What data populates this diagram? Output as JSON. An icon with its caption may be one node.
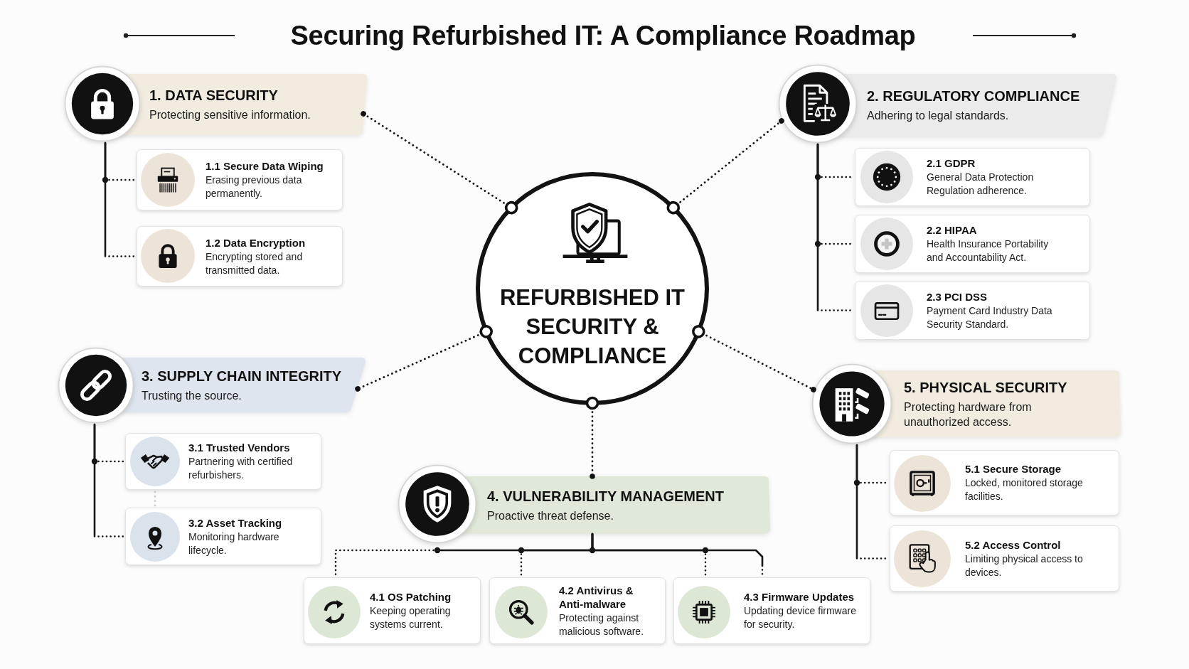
{
  "diagram": {
    "title": "Securing Refurbished IT: A Compliance Roadmap",
    "nodes": [
      {
        "text": [
          "REFURBISHED IT SECURITY & COMPLIANCE"
        ]
      },
      {
        "text": [
          "1. DATA SECURITY",
          "Protecting sensitive information."
        ]
      },
      {
        "text": [
          "1.1 Secure Data Wiping",
          "Erasing previous data permanently."
        ]
      },
      {
        "text": [
          "1.2 Data Encryption",
          "Encrypting stored and transmitted data."
        ]
      },
      {
        "text": [
          "2. REGULATORY COMPLIANCE",
          "Adhering to legal standards."
        ]
      },
      {
        "text": [
          "2.1 GDPR",
          "General Data Protection Regulation adherence."
        ]
      },
      {
        "text": [
          "2.2 HIPAA",
          "Health Insurance Portability and Accountability Act."
        ]
      },
      {
        "text": [
          "2.3 PCI DSS",
          "Payment Card Industry Data Security Standard."
        ]
      },
      {
        "text": [
          "3. SUPPLY CHAIN INTEGRITY",
          "Trusting the source."
        ]
      },
      {
        "text": [
          "3.1 Trusted Vendors",
          "Partnering with certified refurbishers."
        ]
      },
      {
        "text": [
          "3.2 Asset Tracking",
          "Monitoring hardware lifecycle."
        ]
      },
      {
        "text": [
          "4. VULNERABILITY MANAGEMENT",
          "Proactive threat defense."
        ]
      },
      {
        "text": [
          "4.1 OS Patching",
          "Keeping operating systems current."
        ]
      },
      {
        "text": [
          "4.2 Antivirus & Anti-malware",
          "Protecting against malicious software."
        ]
      },
      {
        "text": [
          "4.3 Firmware Updates",
          "Updating device firmware for security."
        ]
      },
      {
        "text": [
          "5. PHYSICAL SECURITY",
          "Protecting hardware from unauthorized access."
        ]
      },
      {
        "text": [
          "5.1 Secure Storage",
          "Locked, monitored storage facilities."
        ]
      },
      {
        "text": [
          "5.2 Access Control",
          "Limiting physical access to devices."
        ]
      }
    ],
    "edges": [
      {
        "from": 0,
        "to": 1,
        "arrow": "other",
        "style": "dashed"
      },
      {
        "from": 0,
        "to": 4,
        "arrow": "other",
        "style": "dashed"
      },
      {
        "from": 0,
        "to": 8,
        "arrow": "other",
        "style": "dashed"
      },
      {
        "from": 0,
        "to": 11,
        "arrow": "other",
        "style": "dashed"
      },
      {
        "from": 0,
        "to": 15,
        "arrow": "other",
        "style": "dashed"
      },
      {
        "from": 1,
        "to": 2,
        "arrow": "none"
      },
      {
        "from": 1,
        "to": 3,
        "arrow": "none"
      },
      {
        "from": 4,
        "to": 5,
        "arrow": "none"
      },
      {
        "from": 4,
        "to": 6,
        "arrow": "none"
      },
      {
        "from": 4,
        "to": 7,
        "arrow": "none"
      },
      {
        "from": 8,
        "to": 9,
        "arrow": "none"
      },
      {
        "from": 8,
        "to": 10,
        "arrow": "none"
      },
      {
        "from": 9,
        "to": 10,
        "arrow": "none",
        "style": "dashed",
        "color": "#c5cbd3"
      },
      {
        "from": 11,
        "to": 12,
        "arrow": "none"
      },
      {
        "from": 11,
        "to": 13,
        "arrow": "none"
      },
      {
        "from": 11,
        "to": 14,
        "arrow": "none"
      },
      {
        "from": 11,
        "to": 14,
        "arrow": "none"
      },
      {
        "from": 15,
        "to": 16,
        "arrow": "none"
      },
      {
        "from": 15,
        "to": 17,
        "arrow": "none"
      }
    ]
  }
}
